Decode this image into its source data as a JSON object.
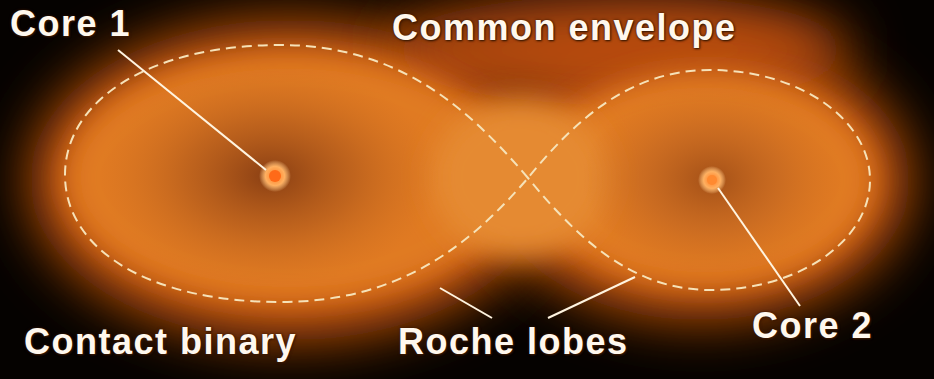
{
  "diagram": {
    "labels": [
      "Core 1",
      "Common envelope",
      "Contact binary",
      "Roche lobes",
      "Core 2"
    ]
  }
}
